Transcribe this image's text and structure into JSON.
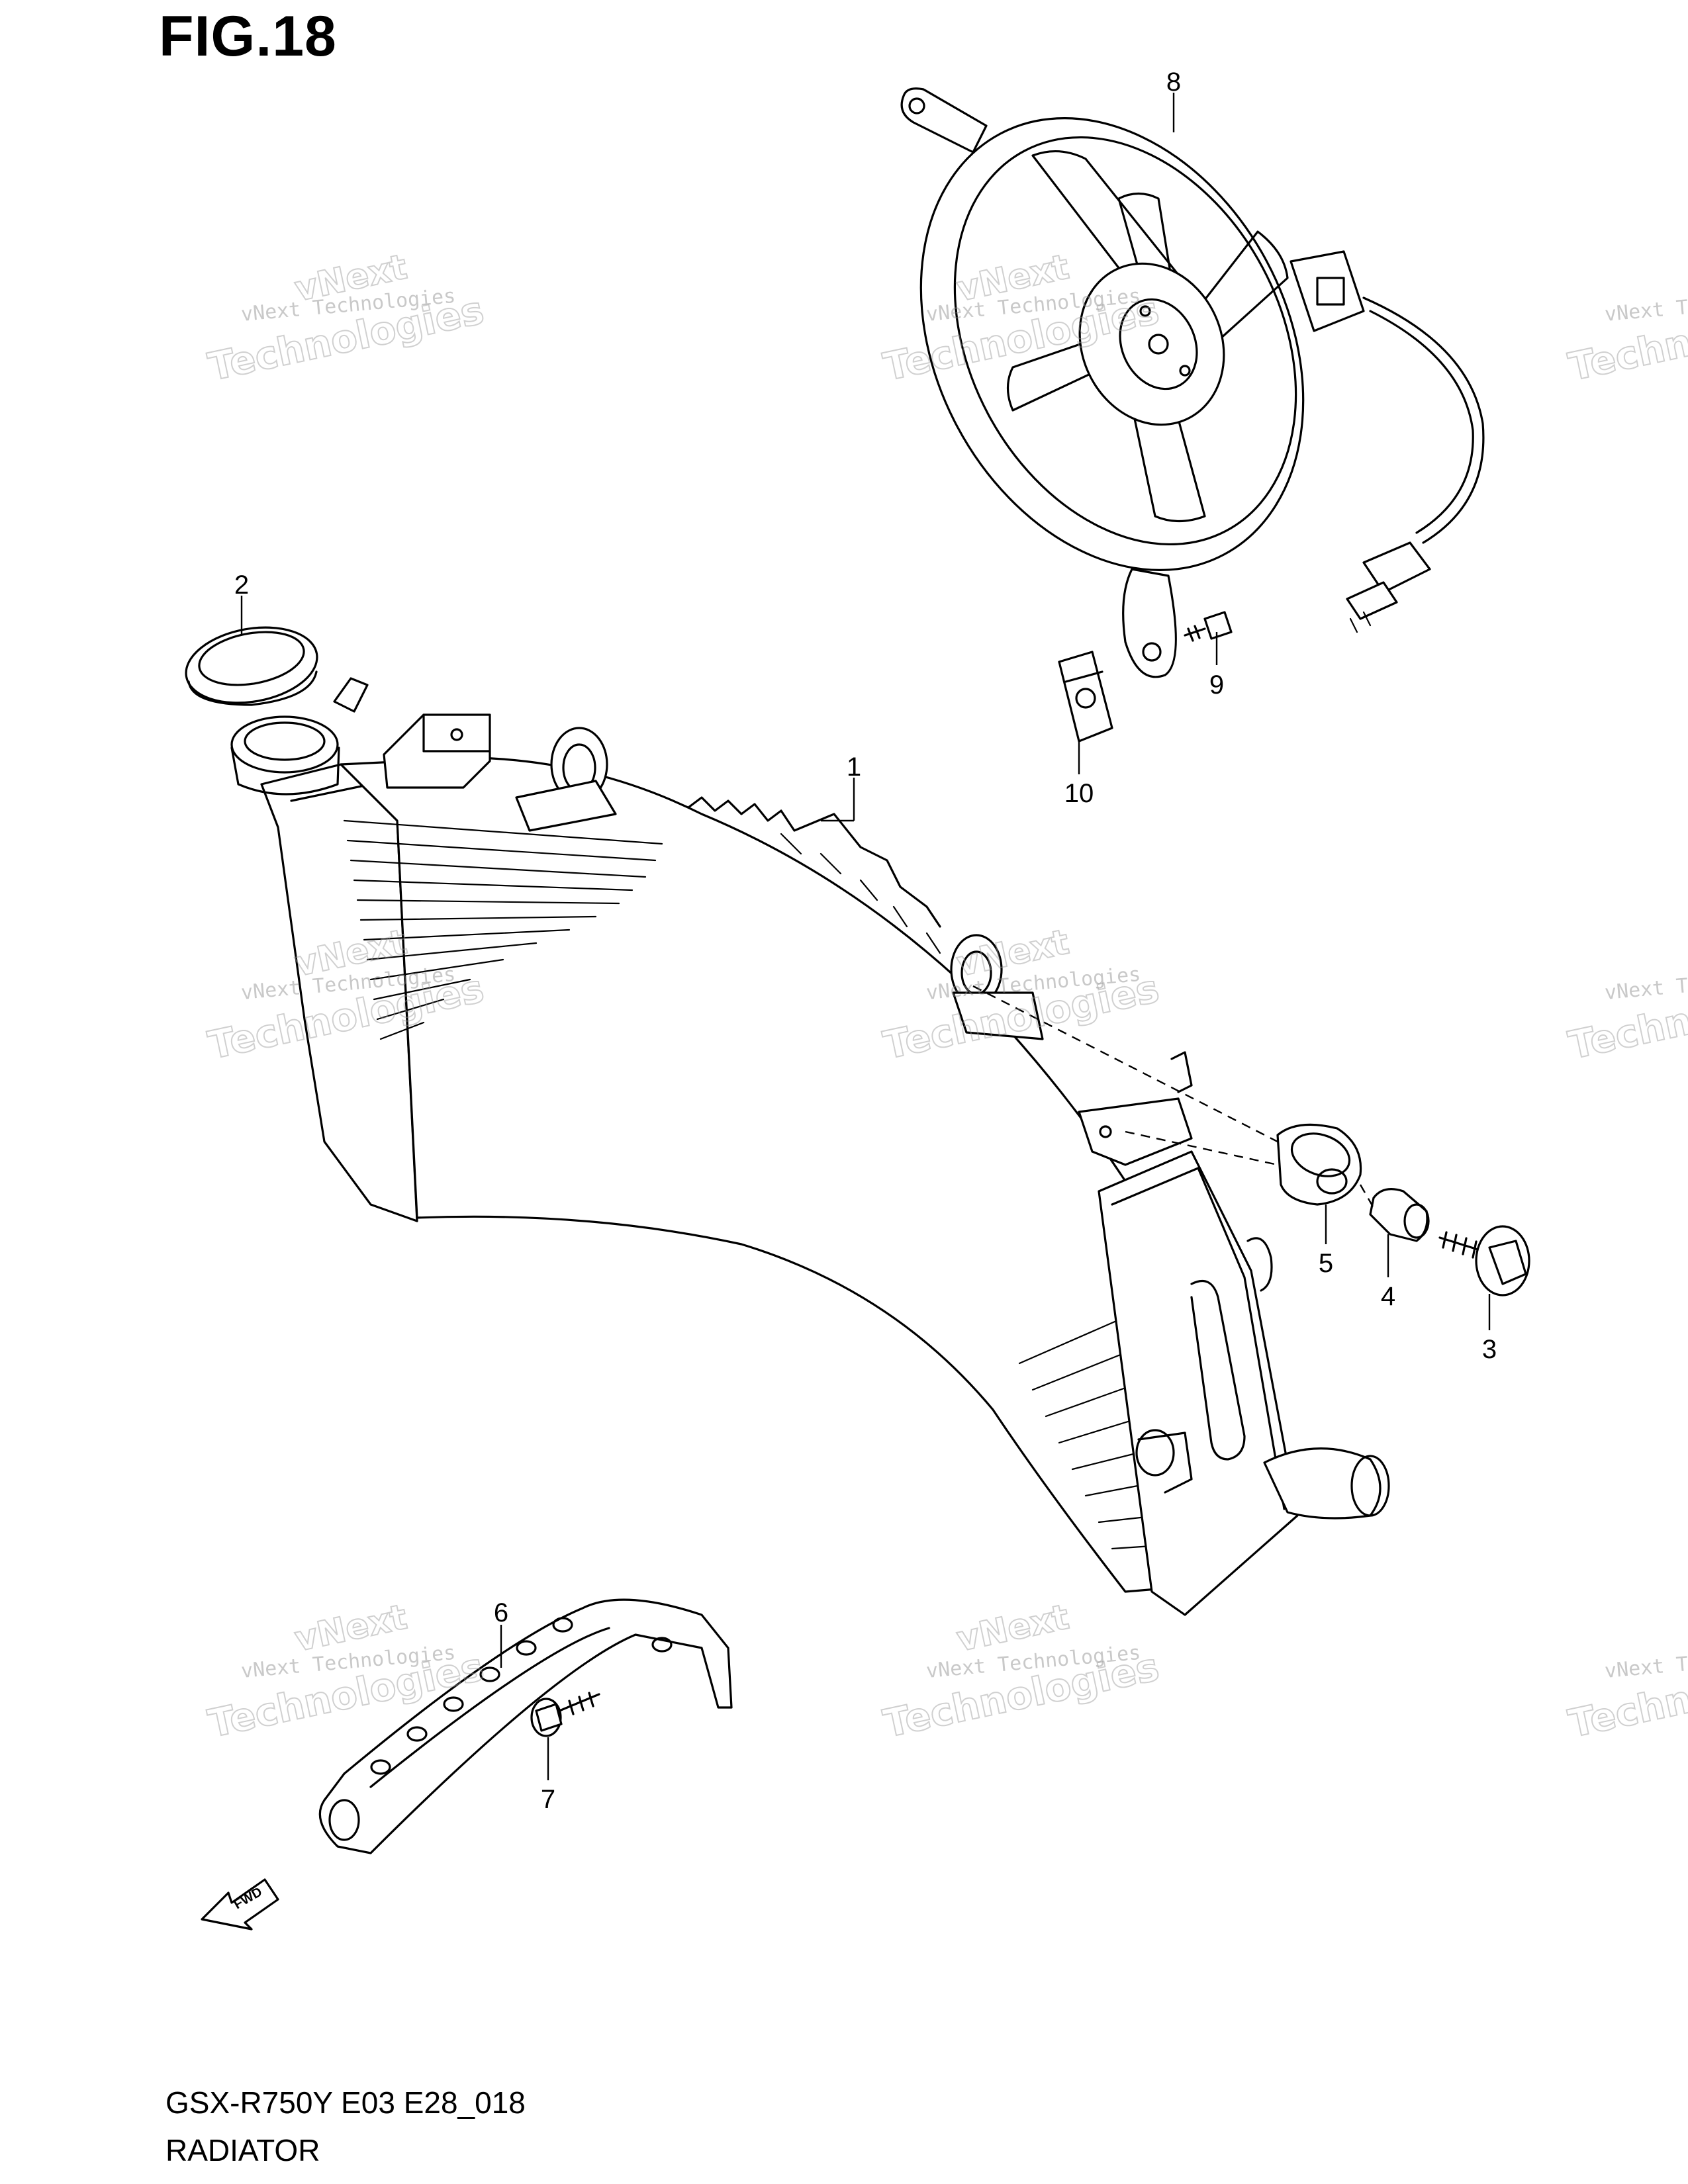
{
  "figure": {
    "title": "FIG.18",
    "model_code": "GSX-R750Y E03 E28_018",
    "section_name": "RADIATOR"
  },
  "callouts": [
    "1",
    "2",
    "3",
    "4",
    "5",
    "6",
    "7",
    "8",
    "9",
    "10"
  ],
  "direction_marker": "FWD",
  "watermark": {
    "line1": "vNext",
    "line2": "vNext Technologies",
    "line3": "Technologies"
  }
}
